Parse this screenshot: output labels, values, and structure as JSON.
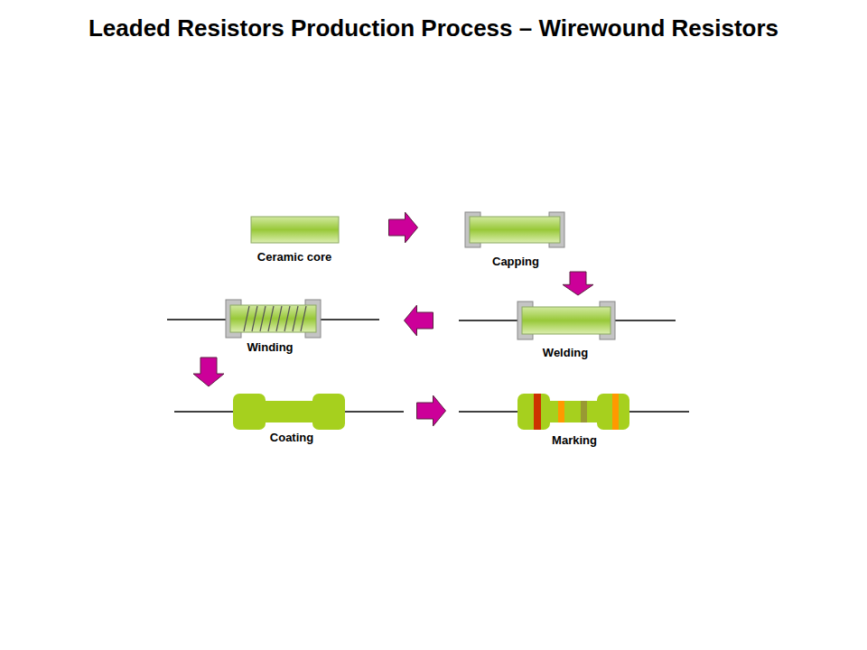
{
  "diagram": {
    "title": "Leaded Resistors Production Process – Wirewound Resistors",
    "nodes": [
      {
        "text": [
          "Ceramic core"
        ]
      },
      {
        "text": [
          "Capping"
        ]
      },
      {
        "text": [
          "Welding"
        ]
      },
      {
        "text": [
          "Winding"
        ]
      },
      {
        "text": [
          "Coating"
        ]
      },
      {
        "text": [
          "Marking"
        ]
      }
    ],
    "edges": [
      {
        "from": 0,
        "to": 1,
        "arrow": "to"
      },
      {
        "from": 1,
        "to": 2,
        "arrow": "to"
      },
      {
        "from": 2,
        "to": 3,
        "arrow": "to"
      },
      {
        "from": 3,
        "to": 4,
        "arrow": "to"
      },
      {
        "from": 4,
        "to": 5,
        "arrow": "to"
      }
    ]
  }
}
